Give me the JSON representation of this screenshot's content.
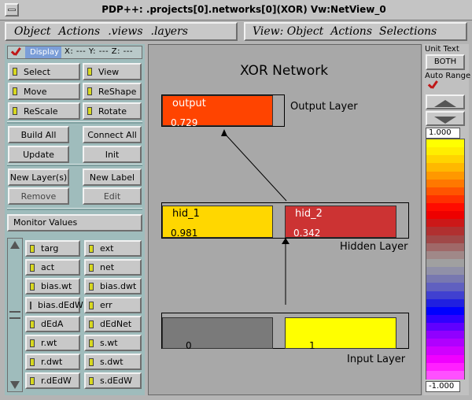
{
  "window": {
    "title": "PDP++: .projects[0].networks[0](XOR) Vw:NetView_0"
  },
  "menubar_left": {
    "items": [
      "Object",
      "Actions",
      ".views",
      ".layers"
    ]
  },
  "menubar_right": {
    "items": [
      "View: Object",
      "Actions",
      "Selections"
    ]
  },
  "display": {
    "tab_label": "Display",
    "coords": "X: --- Y: --- Z: ---"
  },
  "tool_buttons": {
    "select": "Select",
    "view": "View",
    "move": "Move",
    "reshape": "ReShape",
    "rescale": "ReScale",
    "rotate": "Rotate"
  },
  "action_buttons": {
    "build_all": "Build All",
    "connect_all": "Connect All",
    "update": "Update",
    "init": "Init",
    "new_layers": "New Layer(s)",
    "new_label": "New Label",
    "remove": "Remove",
    "edit": "Edit"
  },
  "monitor": {
    "label": "Monitor Values",
    "values": [
      "targ",
      "ext",
      "act",
      "net",
      "bias.wt",
      "bias.dwt",
      "bias.dEdW",
      "err",
      "dEdA",
      "dEdNet",
      "r.wt",
      "s.wt",
      "r.dwt",
      "s.dwt",
      "r.dEdW",
      "s.dEdW"
    ]
  },
  "network": {
    "title": "XOR Network",
    "output_layer": {
      "label": "Output Layer",
      "unit": {
        "name": "output",
        "value": "0.729",
        "color": "#ff4400"
      }
    },
    "hidden_layer": {
      "label": "Hidden Layer",
      "units": [
        {
          "name": "hid_1",
          "value": "0.981",
          "color": "#ffd700"
        },
        {
          "name": "hid_2",
          "value": "0.342",
          "color": "#cc3333"
        }
      ]
    },
    "input_layer": {
      "label": "Input Layer",
      "units": [
        {
          "value": "0",
          "color": "#7a7a7a"
        },
        {
          "value": "1",
          "color": "#ffff00"
        }
      ]
    }
  },
  "right_panel": {
    "unit_text_label": "Unit Text",
    "unit_text_value": "BOTH",
    "auto_range_label": "Auto Range",
    "max_value": "1.000",
    "min_value": "-1.000"
  },
  "colors": {
    "panel_teal": "#9fbcbc",
    "view_bg": "#a8a8a8"
  }
}
